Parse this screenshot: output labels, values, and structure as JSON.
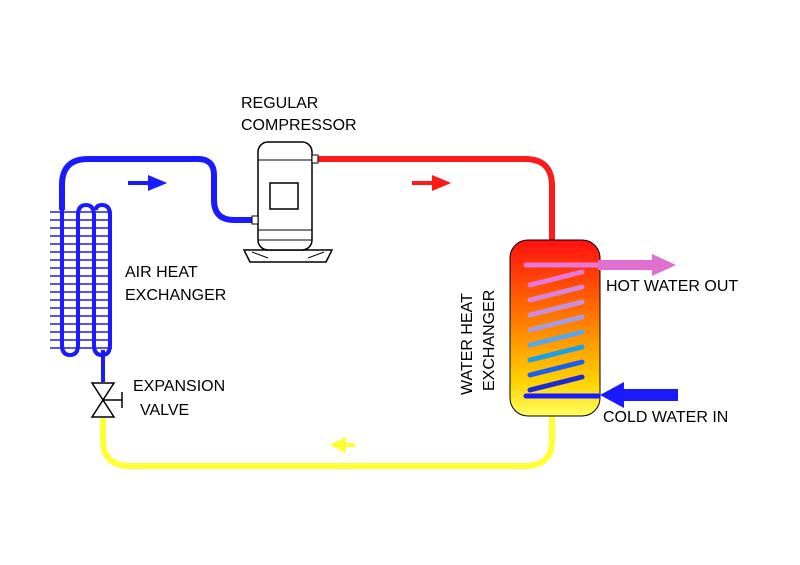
{
  "labels": {
    "compressor_line1": "REGULAR",
    "compressor_line2": "COMPRESSOR",
    "air_hx_line1": "AIR HEAT",
    "air_hx_line2": "EXCHANGER",
    "expansion_line1": "EXPANSION",
    "expansion_line2": "VALVE",
    "water_hx_line1": "WATER HEAT",
    "water_hx_line2": "EXCHANGER",
    "hot_water": "HOT WATER OUT",
    "cold_water": "COLD WATER IN"
  },
  "colors": {
    "cold_refrigerant": "#1a1aff",
    "hot_refrigerant": "#ff1a1a",
    "liquid_refrigerant": "#ffff33",
    "hot_water": "#e070d0",
    "cold_water": "#1a1aff",
    "compressor_body": "#ffffff"
  }
}
